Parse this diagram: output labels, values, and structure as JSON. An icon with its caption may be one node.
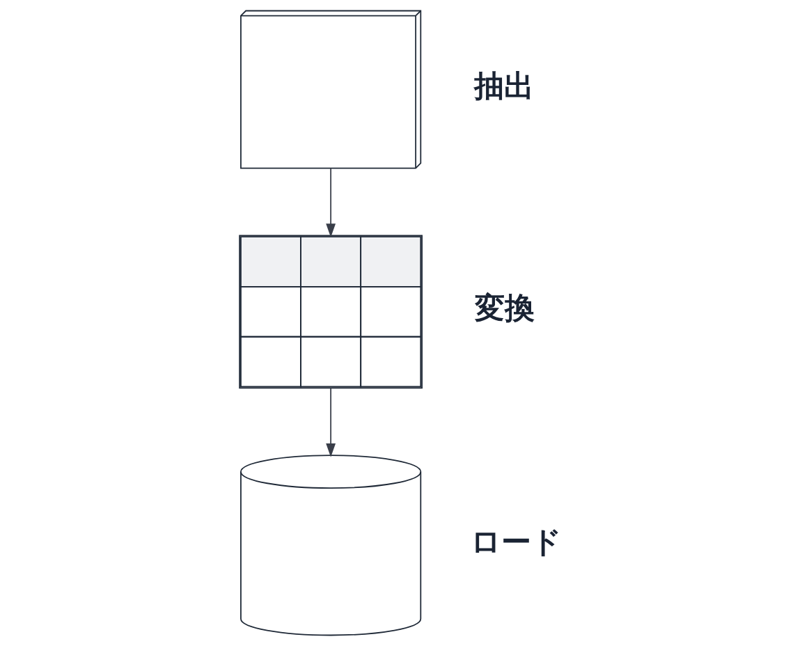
{
  "diagram": {
    "nodes": [
      {
        "text": [],
        "shape": "document",
        "beside": [
          "抽出"
        ]
      },
      {
        "text": [],
        "shape": "table",
        "beside": [
          "変換"
        ]
      },
      {
        "text": [],
        "shape": "cylinder",
        "beside": [
          "ロード"
        ]
      }
    ],
    "edges": [
      {
        "from": 0,
        "to": 1,
        "arrow": "to"
      },
      {
        "from": 1,
        "to": 2,
        "arrow": "to"
      }
    ]
  }
}
